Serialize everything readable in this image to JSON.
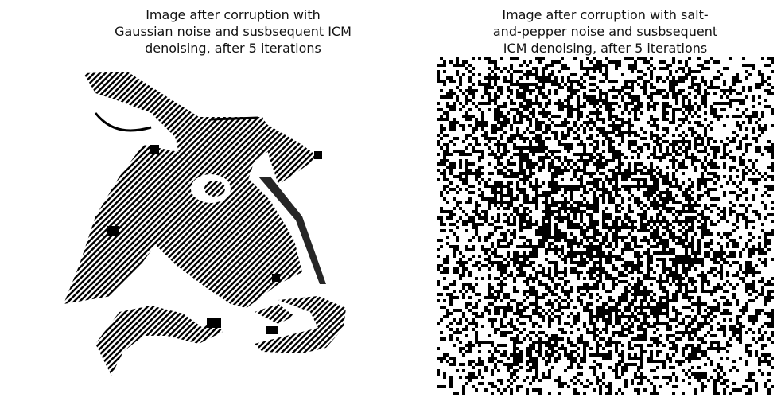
{
  "panels": [
    {
      "title": "Image after corruption with\nGaussian noise and susbsequent ICM\ndenoising, after 5 iterations",
      "image": "denoised-cow-head-hatched"
    },
    {
      "title": "Image after corruption with salt-\nand-pepper noise and susbsequent\nICM denoising, after 5 iterations",
      "image": "salt-and-pepper-noise-field"
    }
  ],
  "colors": {
    "ink": "#000000",
    "paper": "#ffffff"
  }
}
